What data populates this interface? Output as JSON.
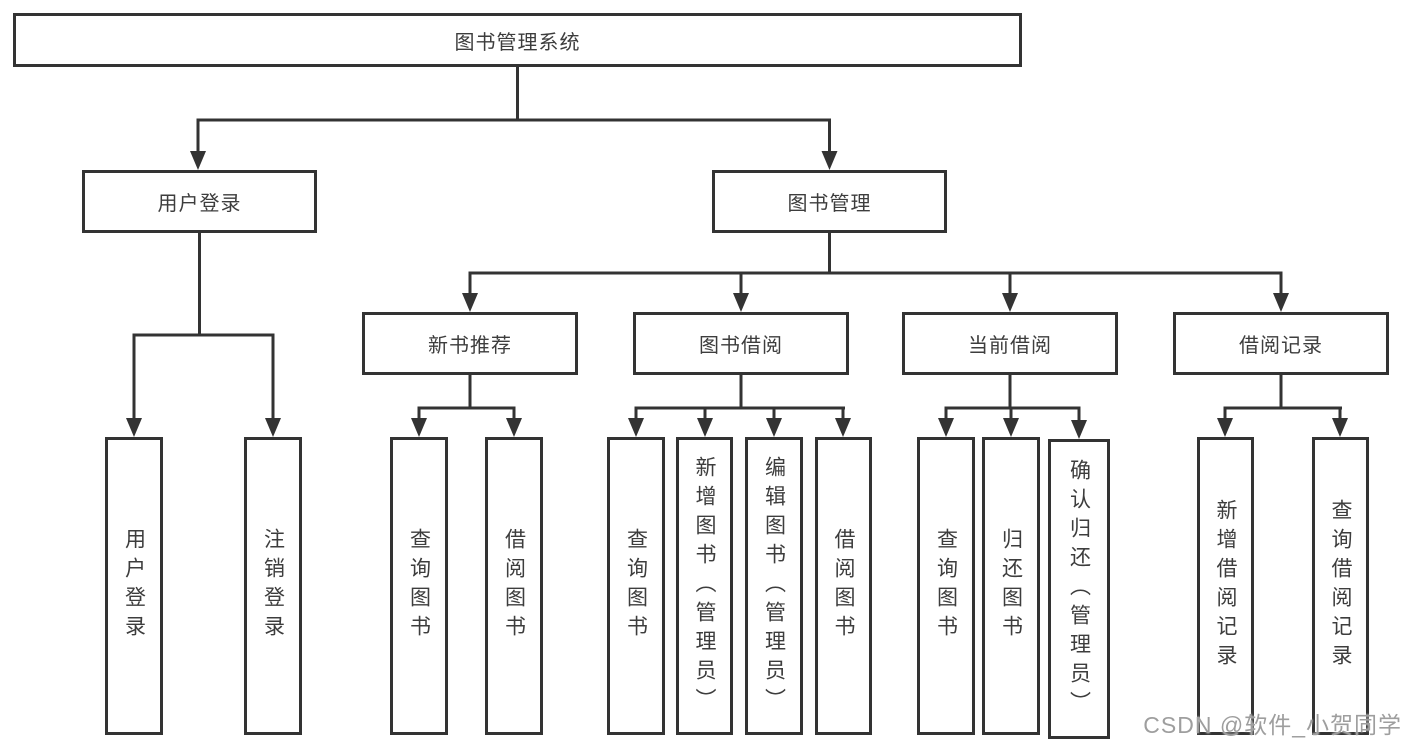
{
  "diagram_title": "图书管理系统",
  "colors": {
    "line": "#333333",
    "text": "#3d3d3d",
    "background": "#ffffff",
    "watermark": "#9e9e9e"
  },
  "nodes": {
    "root": {
      "label": "图书管理系统"
    },
    "level2": [
      {
        "id": "user-login",
        "label": "用户登录"
      },
      {
        "id": "book-management",
        "label": "图书管理"
      }
    ],
    "level3": [
      {
        "id": "new-book-recommend",
        "label": "新书推荐"
      },
      {
        "id": "book-borrowing",
        "label": "图书借阅"
      },
      {
        "id": "current-borrowing",
        "label": "当前借阅"
      },
      {
        "id": "borrowing-records",
        "label": "借阅记录"
      }
    ],
    "leaves": [
      {
        "id": "user-login-leaf",
        "label": "用户登录",
        "parent": "用户登录"
      },
      {
        "id": "logout",
        "label": "注销登录",
        "parent": "用户登录"
      },
      {
        "id": "query-books-recommend",
        "label": "查询图书",
        "parent": "新书推荐"
      },
      {
        "id": "borrow-books-recommend",
        "label": "借阅图书",
        "parent": "新书推荐"
      },
      {
        "id": "query-books-borrowing",
        "label": "查询图书",
        "parent": "图书借阅"
      },
      {
        "id": "add-book-admin",
        "label": "新增图书（管理员）",
        "parent": "图书借阅"
      },
      {
        "id": "edit-book-admin",
        "label": "编辑图书（管理员）",
        "parent": "图书借阅"
      },
      {
        "id": "borrow-books-borrowing",
        "label": "借阅图书",
        "parent": "图书借阅"
      },
      {
        "id": "query-books-current",
        "label": "查询图书",
        "parent": "当前借阅"
      },
      {
        "id": "return-books",
        "label": "归还图书",
        "parent": "当前借阅"
      },
      {
        "id": "confirm-return-admin",
        "label": "确认归还（管理员）",
        "parent": "当前借阅"
      },
      {
        "id": "add-borrow-record",
        "label": "新增借阅记录",
        "parent": "借阅记录"
      },
      {
        "id": "query-borrow-record",
        "label": "查询借阅记录",
        "parent": "借阅记录"
      }
    ]
  },
  "watermark": "CSDN @软件_小贺同学"
}
